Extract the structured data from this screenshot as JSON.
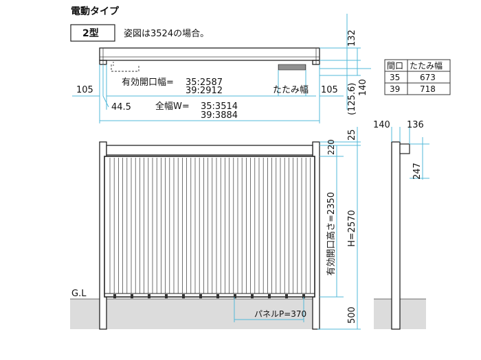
{
  "title": "電動タイプ",
  "fig_label": "2型",
  "note": "姿図は3524の場合。",
  "plan_view": {
    "left_margin": "105",
    "right_margin": "105",
    "offset": "44.5",
    "folded_label": "たたみ幅",
    "effective_width_label": "有効開口幅=",
    "effective_width_35": "35:2587",
    "effective_width_39": "39:2912",
    "overall_width_label": "全幅W=",
    "overall_width_35": "35:3514",
    "overall_width_39": "39:3884",
    "depth_total": "132",
    "depth_frame": "140",
    "depth_inner": "(125.6)"
  },
  "fold_table": {
    "headers": [
      "間口",
      "たたみ幅"
    ],
    "rows": [
      [
        "35",
        "673"
      ],
      [
        "39",
        "718"
      ]
    ]
  },
  "elevation": {
    "gl_label": "G.L",
    "top_gap": "25",
    "top_rail": "220",
    "effective_height": "有効開口高さ=2350",
    "height": "H=2570",
    "foundation": "500",
    "panel_pitch": "パネルP=370"
  },
  "side_view": {
    "width_a": "140",
    "width_b": "136",
    "rail_height": "247"
  }
}
